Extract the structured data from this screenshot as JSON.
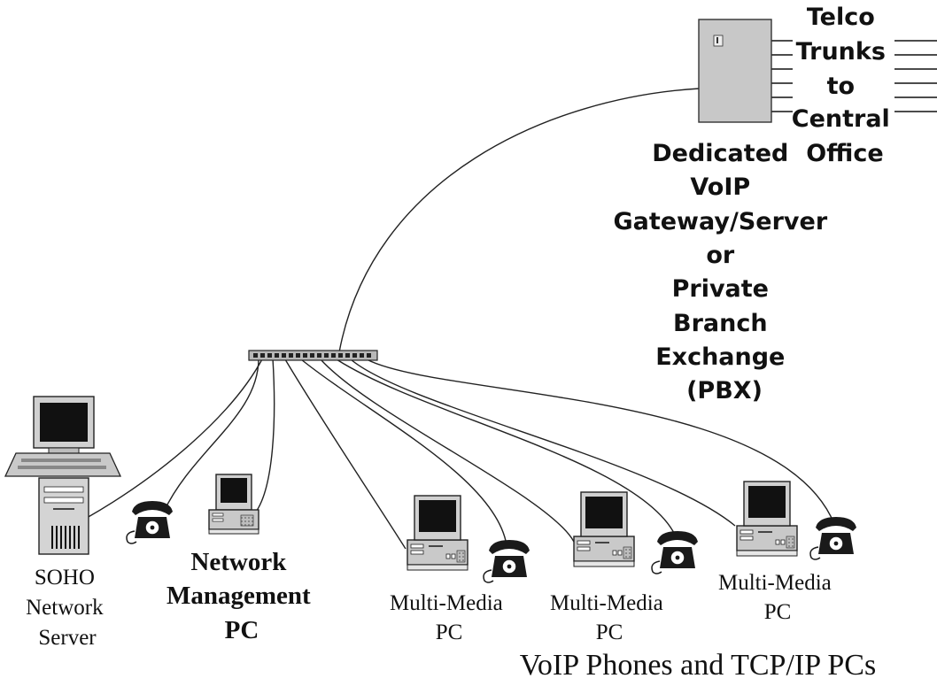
{
  "labels": {
    "telco_lines": [
      "Telco",
      "Trunks",
      "to",
      "Central",
      "Office"
    ],
    "gateway_lines": [
      "Dedicated",
      "VoIP",
      "Gateway/Server",
      "or",
      "Private",
      "Branch",
      "Exchange",
      "(PBX)"
    ],
    "soho_lines": [
      "SOHO",
      "Network",
      "Server"
    ],
    "netmgmt_lines": [
      "Network",
      "Management",
      "PC"
    ],
    "mm1_lines": [
      "Multi-Media",
      "PC"
    ],
    "mm2_lines": [
      "Multi-Media",
      "PC"
    ],
    "mm3_lines": [
      "Multi-Media",
      "PC"
    ],
    "footer": "VoIP Phones and TCP/IP PCs"
  }
}
